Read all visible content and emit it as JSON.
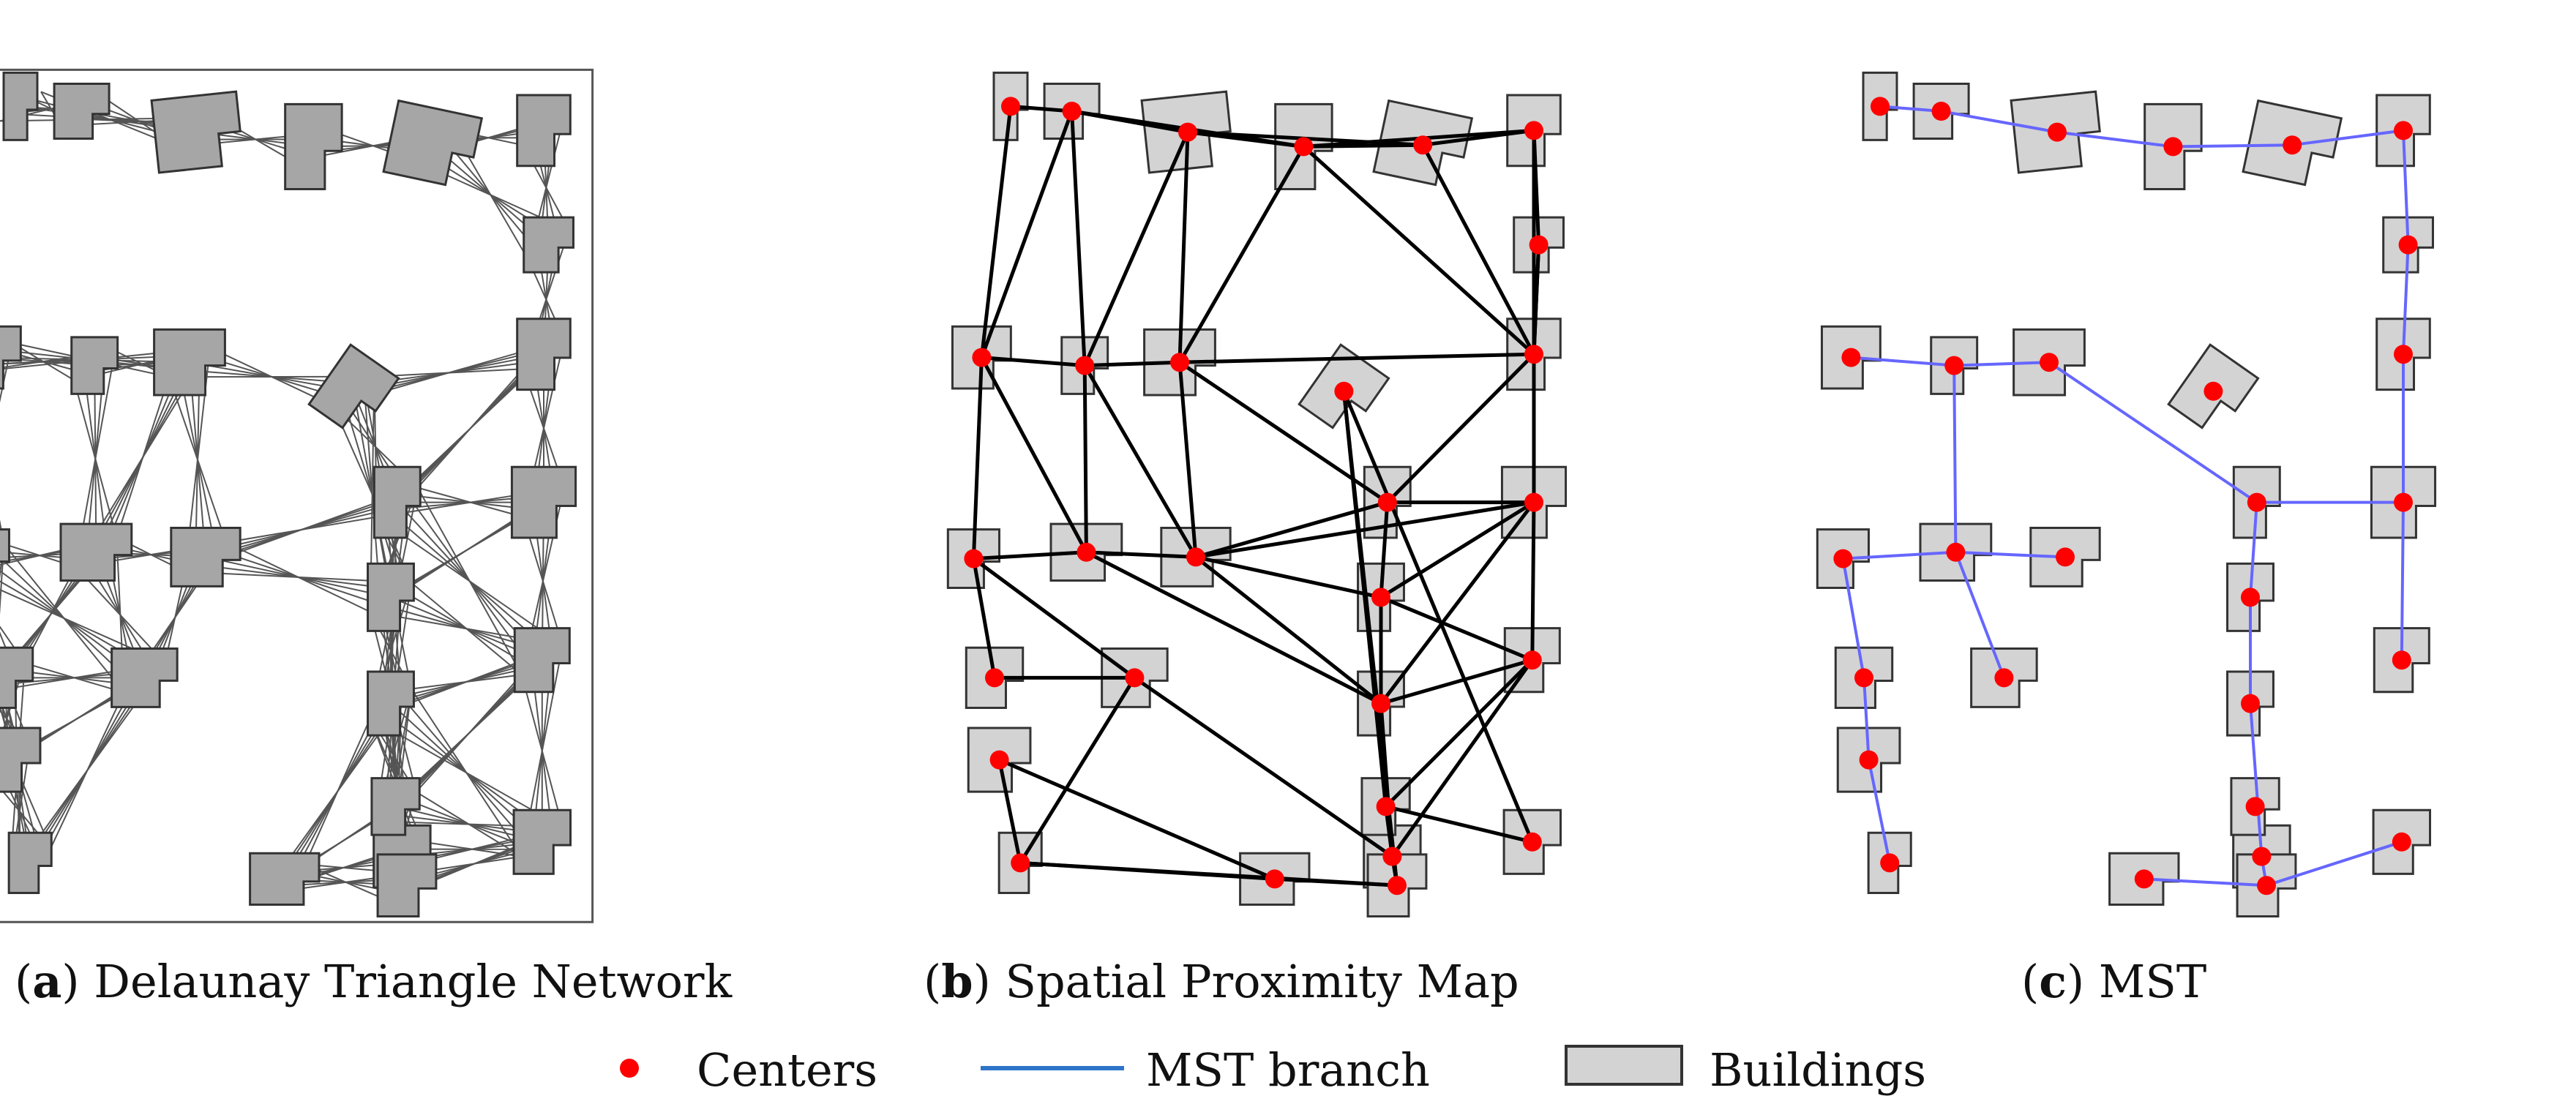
{
  "panels": [
    {
      "letter": "a",
      "title": "Delaunay Triangle Network"
    },
    {
      "letter": "b",
      "title": "Spatial Proximity Map"
    },
    {
      "letter": "c",
      "title": "MST"
    }
  ],
  "legend": {
    "centers": "Centers",
    "mst_branch": "MST branch",
    "buildings": "Buildings"
  },
  "colors": {
    "building_fill_a": "#a6a6a6",
    "building_fill": "#d3d3d3",
    "building_stroke": "#333333",
    "center": "#ff0000",
    "delaunay_edge": "#555555",
    "proximity_edge": "#000000",
    "mst_edge": "#6666ff",
    "legend_mst_line": "#2e75c9"
  },
  "diagram": {
    "buildings": [
      "B01",
      "B02",
      "B03",
      "B04",
      "B05",
      "B06",
      "B07",
      "B08",
      "B09",
      "B10",
      "B11",
      "B12",
      "B13",
      "B14",
      "B15",
      "B16",
      "B17",
      "B18",
      "B19",
      "B20",
      "B21",
      "B22",
      "B23",
      "B24",
      "B25",
      "B26",
      "B27",
      "B28",
      "B29",
      "B30"
    ],
    "proximity_edges": [
      [
        "B01",
        "B02"
      ],
      [
        "B02",
        "B03"
      ],
      [
        "B03",
        "B04"
      ],
      [
        "B04",
        "B05"
      ],
      [
        "B05",
        "B06"
      ],
      [
        "B02",
        "B04"
      ],
      [
        "B03",
        "B05"
      ],
      [
        "B04",
        "B06"
      ],
      [
        "B06",
        "B08"
      ],
      [
        "B08",
        "B12"
      ],
      [
        "B12",
        "B17"
      ],
      [
        "B17",
        "B21"
      ],
      [
        "B21",
        "B26"
      ],
      [
        "B26",
        "B30"
      ],
      [
        "B01",
        "B09"
      ],
      [
        "B02",
        "B09"
      ],
      [
        "B02",
        "B10"
      ],
      [
        "B03",
        "B10"
      ],
      [
        "B03",
        "B11"
      ],
      [
        "B04",
        "B11"
      ],
      [
        "B04",
        "B12"
      ],
      [
        "B05",
        "B12"
      ],
      [
        "B06",
        "B12"
      ],
      [
        "B09",
        "B10"
      ],
      [
        "B10",
        "B11"
      ],
      [
        "B11",
        "B12"
      ],
      [
        "B12",
        "B08"
      ],
      [
        "B09",
        "B13"
      ],
      [
        "B09",
        "B14"
      ],
      [
        "B10",
        "B14"
      ],
      [
        "B10",
        "B15"
      ],
      [
        "B11",
        "B15"
      ],
      [
        "B11",
        "B16"
      ],
      [
        "B12",
        "B16"
      ],
      [
        "B13",
        "B14"
      ],
      [
        "B14",
        "B15"
      ],
      [
        "B15",
        "B16"
      ],
      [
        "B16",
        "B17"
      ],
      [
        "B15",
        "B17"
      ],
      [
        "B13",
        "B18"
      ],
      [
        "B13",
        "B22"
      ],
      [
        "B14",
        "B20"
      ],
      [
        "B15",
        "B19"
      ],
      [
        "B15",
        "B20"
      ],
      [
        "B16",
        "B19"
      ],
      [
        "B17",
        "B19"
      ],
      [
        "B17",
        "B20"
      ],
      [
        "B19",
        "B20"
      ],
      [
        "B18",
        "B22"
      ],
      [
        "B22",
        "B23"
      ],
      [
        "B22",
        "B25"
      ],
      [
        "B20",
        "B21"
      ],
      [
        "B20",
        "B23"
      ],
      [
        "B20",
        "B26"
      ],
      [
        "B19",
        "B21"
      ],
      [
        "B21",
        "B23"
      ],
      [
        "B23",
        "B26"
      ],
      [
        "B23",
        "B28"
      ],
      [
        "B23",
        "B29"
      ],
      [
        "B24",
        "B25"
      ],
      [
        "B24",
        "B27"
      ],
      [
        "B25",
        "B27"
      ],
      [
        "B25",
        "B28"
      ],
      [
        "B27",
        "B28"
      ],
      [
        "B28",
        "B29"
      ],
      [
        "B29",
        "B30"
      ],
      [
        "B26",
        "B29"
      ]
    ],
    "mst_edges": [
      [
        "B01",
        "B02"
      ],
      [
        "B02",
        "B03"
      ],
      [
        "B03",
        "B04"
      ],
      [
        "B04",
        "B05"
      ],
      [
        "B05",
        "B06"
      ],
      [
        "B06",
        "B08"
      ],
      [
        "B08",
        "B12"
      ],
      [
        "B12",
        "B17"
      ],
      [
        "B17",
        "B21"
      ],
      [
        "B17",
        "B16"
      ],
      [
        "B16",
        "B11"
      ],
      [
        "B11",
        "B10"
      ],
      [
        "B10",
        "B09"
      ],
      [
        "B16",
        "B19"
      ],
      [
        "B19",
        "B20"
      ],
      [
        "B20",
        "B23"
      ],
      [
        "B23",
        "B28"
      ],
      [
        "B28",
        "B27"
      ],
      [
        "B28",
        "B30"
      ],
      [
        "B10",
        "B14"
      ],
      [
        "B14",
        "B13"
      ],
      [
        "B14",
        "B15"
      ],
      [
        "B14",
        "B22"
      ],
      [
        "B13",
        "B18"
      ],
      [
        "B18",
        "B24"
      ],
      [
        "B24",
        "B25"
      ]
    ]
  }
}
